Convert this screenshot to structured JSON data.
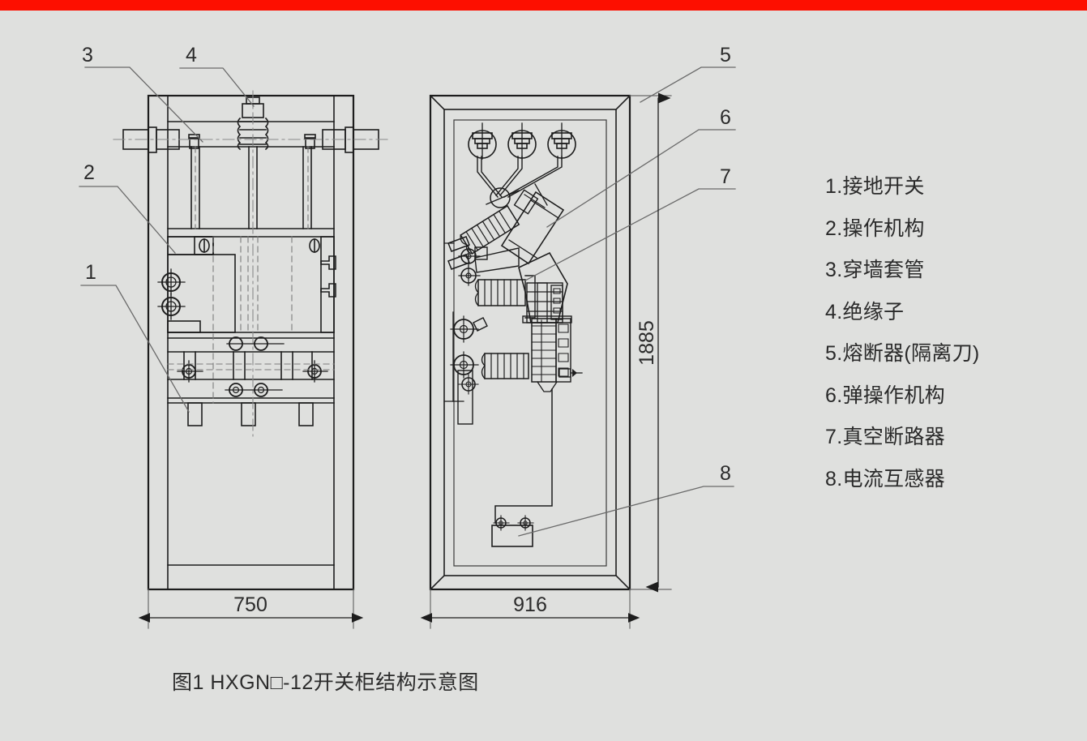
{
  "page": {
    "background_color": "#dfe0de",
    "accent_bar_color": "#fd0f00",
    "line_color": "#1d1d1d",
    "thin_line_color": "#6a6a6a"
  },
  "caption": "图1 HXGN□-12开关柜结构示意图",
  "legend": {
    "items": [
      {
        "num": "1",
        "label": "1.接地开关"
      },
      {
        "num": "2",
        "label": "2.操作机构"
      },
      {
        "num": "3",
        "label": "3.穿墙套管"
      },
      {
        "num": "4",
        "label": "4.绝缘子"
      },
      {
        "num": "5",
        "label": "5.熔断器(隔离刀)"
      },
      {
        "num": "6",
        "label": "6.弹操作机构"
      },
      {
        "num": "7",
        "label": "7.真空断路器"
      },
      {
        "num": "8",
        "label": "8.电流互感器"
      }
    ]
  },
  "callouts": {
    "c1": "1",
    "c2": "2",
    "c3": "3",
    "c4": "4",
    "c5": "5",
    "c6": "6",
    "c7": "7",
    "c8": "8"
  },
  "dimensions": {
    "front_width": "750",
    "side_width": "916",
    "height": "1885"
  }
}
